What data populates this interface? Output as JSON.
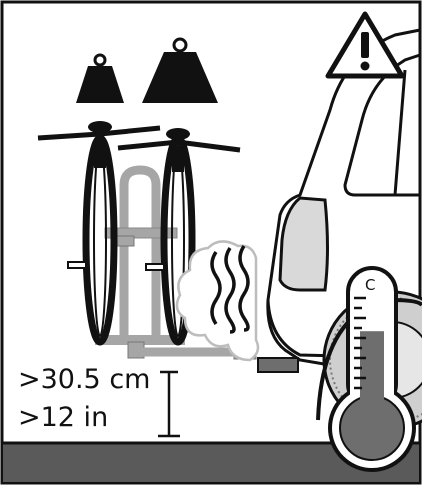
{
  "clearance": {
    "metric": ">30.5 cm",
    "imperial": ">12 in"
  },
  "thermometer": {
    "unit": "C",
    "level_fraction": 0.62
  },
  "icons": {
    "warning": "warning-triangle-icon",
    "weights": [
      "weight-small-icon",
      "weight-large-icon"
    ],
    "heat": "heat-waves-icon",
    "smoke": "exhaust-smoke-icon"
  },
  "colors": {
    "ink": "#111111",
    "rack": "#a6a6a6",
    "car_fill": "#ffffff",
    "car_shade": "#d9d9d9",
    "thermo_fill": "#6e6e6e",
    "ground": "#5a5a5a",
    "wheel": "#bdbdbd"
  }
}
